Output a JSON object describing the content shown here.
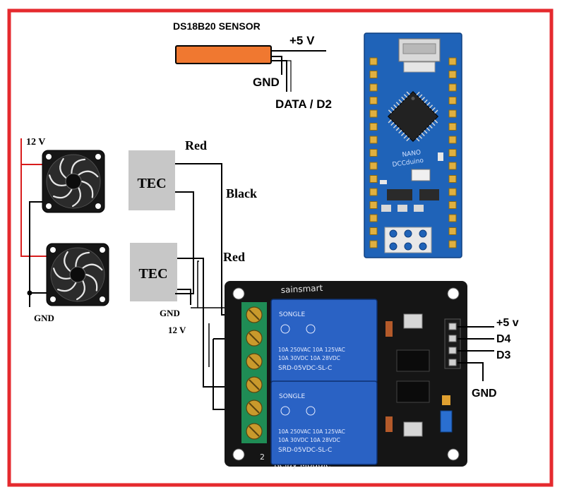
{
  "colors": {
    "frame": "#e52a2e",
    "wire": "#000000",
    "red_wire": "#d81c1c",
    "sensor_body": "#f07830",
    "tec_fill": "#c7c7c7",
    "board_blue": "#1f63b8",
    "relay_blue": "#2a62c4",
    "pcb_black": "#151515",
    "terminal_green": "#1f8c55",
    "screw_brass": "#c99a2c"
  },
  "sensor": {
    "title": "DS18B20 SENSOR",
    "pin_5v": "+5 V",
    "pin_gnd": "GND",
    "pin_data": "DATA / D2"
  },
  "fans": {
    "supply_label": "12 V",
    "ground_label": "GND",
    "icons": [
      "fan-icon",
      "fan-icon"
    ]
  },
  "tec": {
    "units": [
      {
        "label": "TEC"
      },
      {
        "label": "TEC"
      }
    ],
    "wire_labels": {
      "red_top": "Red",
      "black": "Black",
      "red_bottom": "Red"
    },
    "ground_label": "GND",
    "supply_label": "12 V"
  },
  "arduino": {
    "silkscreen_brand": "NANO",
    "silkscreen_sub": "DCCduino"
  },
  "relay": {
    "brand": "sainsmart",
    "footer": "Relay Module",
    "channel_mark": "2",
    "relays": [
      {
        "brand": "SONGLE",
        "lines": [
          "10A 250VAC  10A 125VAC",
          "10A  30VDC  10A  28VDC"
        ],
        "model": "SRD-05VDC-SL-C"
      },
      {
        "brand": "SONGLE",
        "lines": [
          "10A 250VAC  10A 125VAC",
          "10A  30VDC  10A  28VDC"
        ],
        "model": "SRD-05VDC-SL-C"
      }
    ],
    "pin_labels": {
      "vcc": "+5 v",
      "in1": "D4",
      "in2": "D3",
      "gnd": "GND"
    }
  }
}
